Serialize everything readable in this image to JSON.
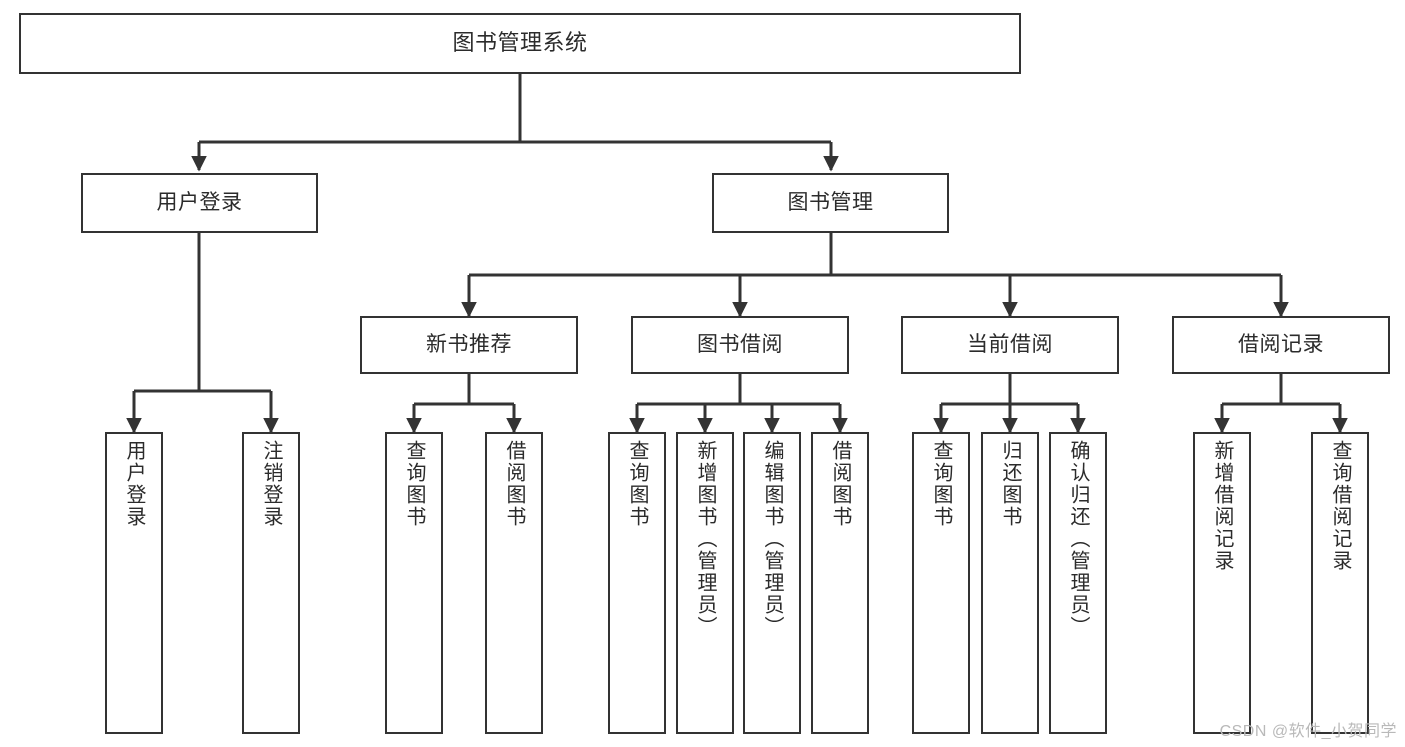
{
  "diagram": {
    "title": "图书管理系统",
    "type": "hierarchy-tree",
    "orientation": "top-down",
    "colors": {
      "box_border": "#333333",
      "box_fill": "#ffffff",
      "connector": "#333333",
      "text": "#2b2b2b",
      "watermark": "#b9b9b9",
      "background": "#ffffff"
    }
  },
  "watermark": {
    "text": "CSDN @软件_小贺同学"
  },
  "nodes": {
    "root": {
      "label": "图书管理系统"
    },
    "level2": [
      {
        "label": "用户登录"
      },
      {
        "label": "图书管理"
      }
    ],
    "level3": [
      {
        "label": "新书推荐"
      },
      {
        "label": "图书借阅"
      },
      {
        "label": "当前借阅"
      },
      {
        "label": "借阅记录"
      }
    ],
    "leaves": {
      "user_login": [
        {
          "label": "用户登录"
        },
        {
          "label": "注销登录"
        }
      ],
      "new_book_recommend": [
        {
          "label": "查询图书"
        },
        {
          "label": "借阅图书"
        }
      ],
      "book_borrow": [
        {
          "label": "查询图书"
        },
        {
          "label": "新增图书（管理员）"
        },
        {
          "label": "编辑图书（管理员）"
        },
        {
          "label": "借阅图书"
        }
      ],
      "current_borrow": [
        {
          "label": "查询图书"
        },
        {
          "label": "归还图书"
        },
        {
          "label": "确认归还（管理员）"
        }
      ],
      "borrow_record": [
        {
          "label": "新增借阅记录"
        },
        {
          "label": "查询借阅记录"
        }
      ]
    }
  },
  "tree": {
    "label": "图书管理系统",
    "children": [
      {
        "label": "用户登录",
        "children": [
          {
            "label": "用户登录"
          },
          {
            "label": "注销登录"
          }
        ]
      },
      {
        "label": "图书管理",
        "children": [
          {
            "label": "新书推荐",
            "children": [
              {
                "label": "查询图书"
              },
              {
                "label": "借阅图书"
              }
            ]
          },
          {
            "label": "图书借阅",
            "children": [
              {
                "label": "查询图书"
              },
              {
                "label": "新增图书（管理员）"
              },
              {
                "label": "编辑图书（管理员）"
              },
              {
                "label": "借阅图书"
              }
            ]
          },
          {
            "label": "当前借阅",
            "children": [
              {
                "label": "查询图书"
              },
              {
                "label": "归还图书"
              },
              {
                "label": "确认归还（管理员）"
              }
            ]
          },
          {
            "label": "借阅记录",
            "children": [
              {
                "label": "新增借阅记录"
              },
              {
                "label": "查询借阅记录"
              }
            ]
          }
        ]
      }
    ]
  }
}
